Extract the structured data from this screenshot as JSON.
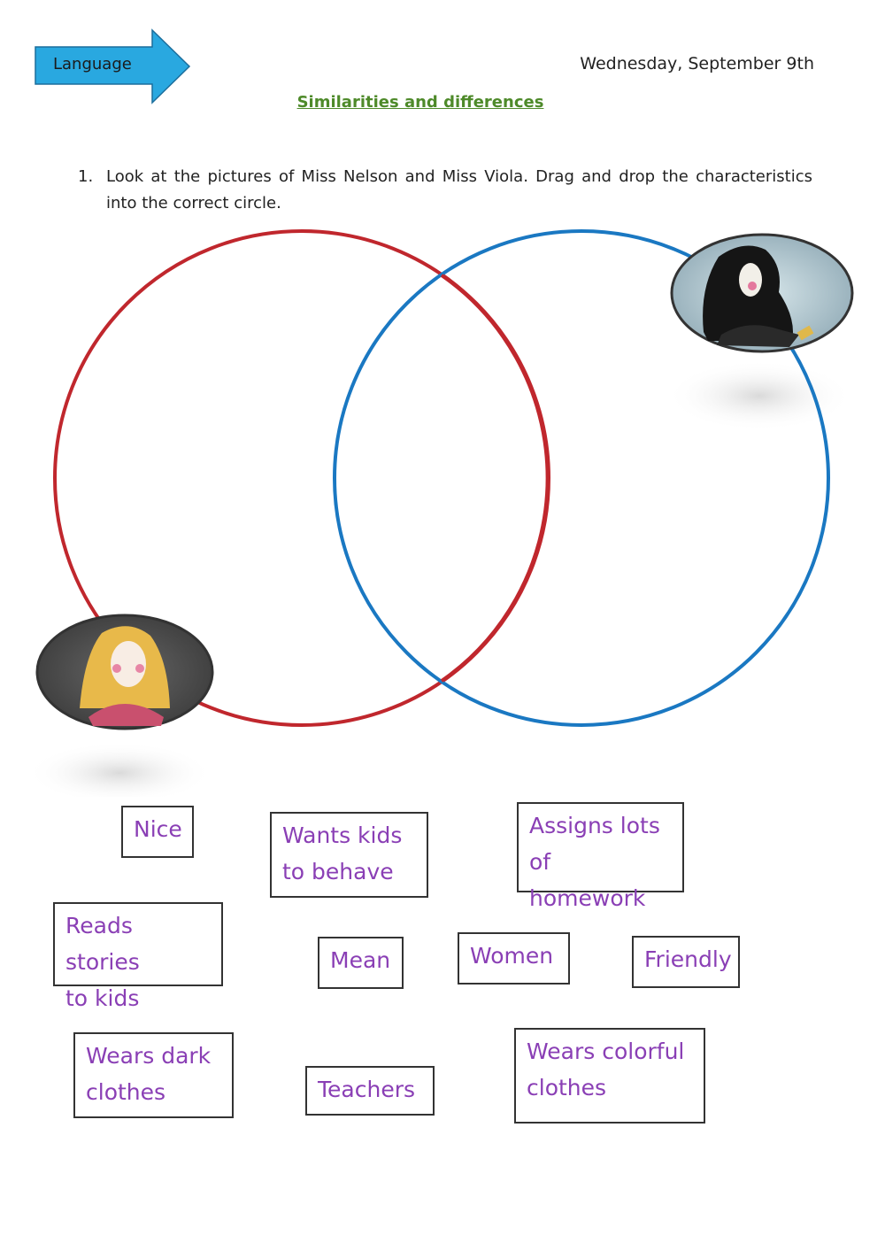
{
  "header": {
    "subject": "Language",
    "date": "Wednesday, September 9th",
    "title": "Similarities and differences"
  },
  "instruction": {
    "number": "1.",
    "text": "Look at the pictures of Miss Nelson and Miss Viola. Drag and drop the characteristics into the correct circle."
  },
  "venn": {
    "left_circle_color": "#c0272d",
    "right_circle_color": "#1a78c2",
    "left_picture": "blonde-woman-illustration",
    "right_picture": "dark-haired-woman-illustration"
  },
  "cards": {
    "nice": "Nice",
    "behave_1": "Wants kids",
    "behave_2": "to behave",
    "homework_1": "Assigns lots",
    "homework_2": "of homework",
    "reads_1": "Reads stories",
    "reads_2": "to kids",
    "mean": "Mean",
    "women": "Women",
    "friendly": "Friendly",
    "dark_1": "Wears dark",
    "dark_2": "clothes",
    "teachers": "Teachers",
    "colorful_1": "Wears colorful",
    "colorful_2": "clothes"
  }
}
